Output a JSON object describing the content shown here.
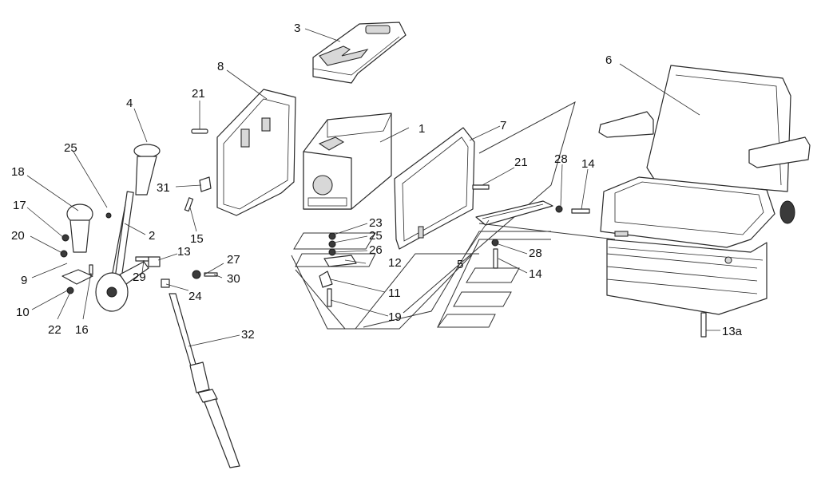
{
  "diagram": {
    "callouts": [
      {
        "id": "c3",
        "label": "3"
      },
      {
        "id": "c8",
        "label": "8"
      },
      {
        "id": "c4",
        "label": "4"
      },
      {
        "id": "c21a",
        "label": "21"
      },
      {
        "id": "c1",
        "label": "1"
      },
      {
        "id": "c7",
        "label": "7"
      },
      {
        "id": "c6",
        "label": "6"
      },
      {
        "id": "c25a",
        "label": "25"
      },
      {
        "id": "c18",
        "label": "18"
      },
      {
        "id": "c17",
        "label": "17"
      },
      {
        "id": "c20",
        "label": "20"
      },
      {
        "id": "c9",
        "label": "9"
      },
      {
        "id": "c10",
        "label": "10"
      },
      {
        "id": "c22",
        "label": "22"
      },
      {
        "id": "c16",
        "label": "16"
      },
      {
        "id": "c2",
        "label": "2"
      },
      {
        "id": "c31",
        "label": "31"
      },
      {
        "id": "c15",
        "label": "15"
      },
      {
        "id": "c13",
        "label": "13"
      },
      {
        "id": "c29",
        "label": "29"
      },
      {
        "id": "c24",
        "label": "24"
      },
      {
        "id": "c27",
        "label": "27"
      },
      {
        "id": "c30",
        "label": "30"
      },
      {
        "id": "c32",
        "label": "32"
      },
      {
        "id": "c23",
        "label": "23"
      },
      {
        "id": "c25b",
        "label": "25"
      },
      {
        "id": "c26",
        "label": "26"
      },
      {
        "id": "c12",
        "label": "12"
      },
      {
        "id": "c11",
        "label": "11"
      },
      {
        "id": "c19",
        "label": "19"
      },
      {
        "id": "c21b",
        "label": "21"
      },
      {
        "id": "c28a",
        "label": "28"
      },
      {
        "id": "c14a",
        "label": "14"
      },
      {
        "id": "c5",
        "label": "5"
      },
      {
        "id": "c28b",
        "label": "28"
      },
      {
        "id": "c14b",
        "label": "14"
      },
      {
        "id": "c13a",
        "label": "13a"
      }
    ]
  }
}
